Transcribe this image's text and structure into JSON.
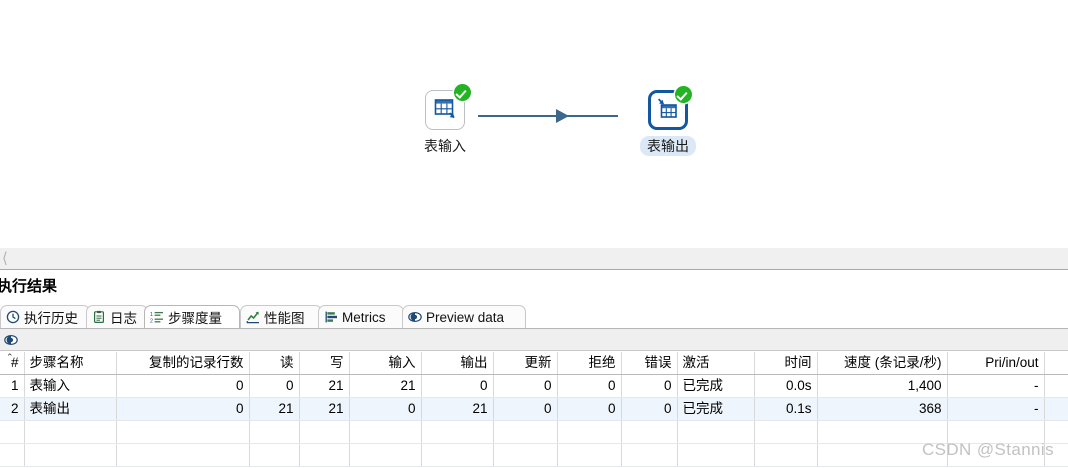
{
  "canvas": {
    "nodes": [
      {
        "id": "table-input",
        "label": "表输入",
        "icon": "table-input-icon",
        "status": "success",
        "selected": false,
        "highlighted_label": false
      },
      {
        "id": "table-output",
        "label": "表输出",
        "icon": "table-output-icon",
        "status": "success",
        "selected": true,
        "highlighted_label": true
      }
    ],
    "hop": {
      "from": "表输入",
      "to": "表输出",
      "arrow": "right-arrow-icon"
    }
  },
  "splitter": {
    "collapse_icon": "chevron-left-icon"
  },
  "results": {
    "title": "执行结果",
    "tabs": [
      {
        "label": "执行历史",
        "icon": "history-clock-icon",
        "active": false
      },
      {
        "label": "日志",
        "icon": "log-clipboard-icon",
        "active": false
      },
      {
        "label": "步骤度量",
        "icon": "step-metrics-icon",
        "active": true
      },
      {
        "label": "性能图",
        "icon": "performance-chart-icon",
        "active": false
      },
      {
        "label": "Metrics",
        "icon": "metrics-bars-icon",
        "active": false
      },
      {
        "label": "Preview data",
        "icon": "preview-eye-icon",
        "active": false
      }
    ],
    "toolbar": {
      "icons": [
        "preview-eye-icon"
      ]
    }
  },
  "table": {
    "columns": [
      {
        "key": "num",
        "label": "#",
        "align": "num",
        "width": 24,
        "sorted": true
      },
      {
        "key": "step",
        "label": "步骤名称",
        "align": "txt",
        "width": 92
      },
      {
        "key": "copied",
        "label": "复制的记录行数",
        "align": "num",
        "width": 133
      },
      {
        "key": "read",
        "label": "读",
        "align": "num",
        "width": 50
      },
      {
        "key": "written",
        "label": "写",
        "align": "num",
        "width": 50
      },
      {
        "key": "input",
        "label": "输入",
        "align": "num",
        "width": 72
      },
      {
        "key": "output",
        "label": "输出",
        "align": "num",
        "width": 72
      },
      {
        "key": "updated",
        "label": "更新",
        "align": "num",
        "width": 64
      },
      {
        "key": "rejected",
        "label": "拒绝",
        "align": "num",
        "width": 64
      },
      {
        "key": "errors",
        "label": "错误",
        "align": "num",
        "width": 56
      },
      {
        "key": "active",
        "label": "激活",
        "align": "txt",
        "width": 77
      },
      {
        "key": "time",
        "label": "时间",
        "align": "num",
        "width": 63
      },
      {
        "key": "speed",
        "label": "速度 (条记录/秒)",
        "align": "num",
        "width": 130
      },
      {
        "key": "pri",
        "label": "Pri/in/out",
        "align": "num",
        "width": 97
      },
      {
        "key": "tail",
        "label": "",
        "align": "txt",
        "width": 44
      }
    ],
    "rows": [
      {
        "num": "1",
        "step": "表输入",
        "copied": "0",
        "read": "0",
        "written": "21",
        "input": "21",
        "output": "0",
        "updated": "0",
        "rejected": "0",
        "errors": "0",
        "active": "已完成",
        "time": "0.0s",
        "speed": "1,400",
        "pri": "-",
        "tail": ""
      },
      {
        "num": "2",
        "step": "表输出",
        "copied": "0",
        "read": "21",
        "written": "21",
        "input": "0",
        "output": "21",
        "updated": "0",
        "rejected": "0",
        "errors": "0",
        "active": "已完成",
        "time": "0.1s",
        "speed": "368",
        "pri": "-",
        "tail": ""
      }
    ],
    "blank_row_count": 2
  },
  "watermark": {
    "text": "CSDN @Stannis"
  },
  "colors": {
    "accent_blue": "#1257a0",
    "hop_line": "#3e678c",
    "success_green": "#24b324",
    "row_alt": "#eff5fc",
    "label_highlight": "#dbe9f7",
    "panel_gray": "#f0f0f0"
  }
}
